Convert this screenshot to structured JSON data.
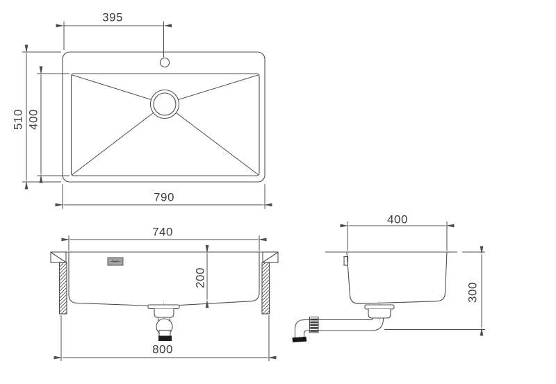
{
  "drawing": {
    "line_color": "#4d4d4d",
    "text_color": "#3f3f3f",
    "background_color": "#ffffff",
    "views": {
      "top_view": {
        "dimensions": {
          "faucet_hole_offset": "395",
          "outer_depth": "510",
          "bowl_depth": "400",
          "outer_width": "790"
        }
      },
      "front_view": {
        "dimensions": {
          "bowl_width": "740",
          "bowl_height": "200",
          "overall_width": "800"
        }
      },
      "side_view": {
        "dimensions": {
          "bowl_length": "400",
          "overall_height": "300"
        }
      }
    }
  }
}
